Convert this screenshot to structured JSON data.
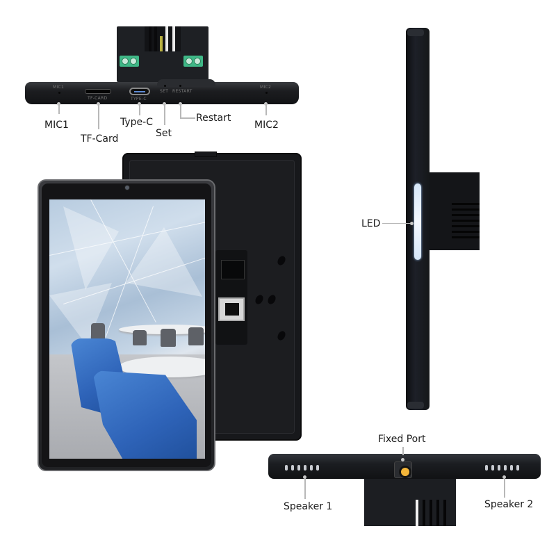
{
  "figure": {
    "description": "Wall-mount tablet product diagram with labeled ports",
    "colors": {
      "background": "#ffffff",
      "device_body": "#17181b",
      "label_text": "#1a1a1a",
      "leader_line": "#b8b8b8",
      "terminal_block": "#3fb887",
      "led_glow": "#e6f0fc",
      "fixed_port_ring": "#f4b63a"
    }
  },
  "top_view": {
    "labels": {
      "mic1": "MIC1",
      "tf_card": "TF-Card",
      "type_c": "Type-C",
      "set": "Set",
      "restart": "Restart",
      "mic2": "MIC2"
    },
    "printed_text": {
      "mic1": "MIC1",
      "tf_card": "TF-CARD",
      "type_c": "TYPE-C",
      "set": "SET",
      "restart": "RESTART",
      "mic2": "MIC2"
    }
  },
  "side_view": {
    "labels": {
      "led": "LED"
    }
  },
  "bottom_view": {
    "labels": {
      "fixed_port": "Fixed Port",
      "speaker1": "Speaker 1",
      "speaker2": "Speaker 2"
    }
  },
  "front_view": {
    "screen_content": "Office lounge photo with blue chairs and white tables"
  }
}
